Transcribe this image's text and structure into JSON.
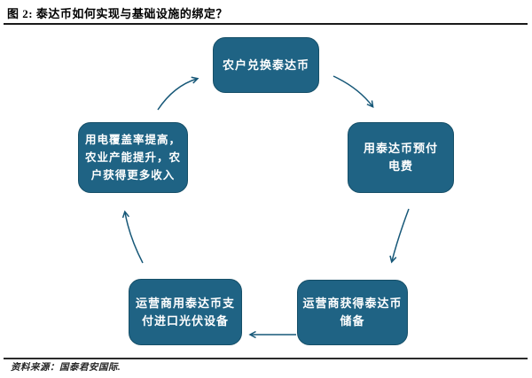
{
  "figure": {
    "title": "图 2: 泰达币如何实现与基础设施的绑定？",
    "source": "资料来源：国泰君安国际."
  },
  "colors": {
    "node_fill": "#1f6384",
    "node_border": "#164f68",
    "node_text": "#ffffff",
    "arrow": "#175878",
    "title_text": "#000000",
    "rule": "#1a1a1a",
    "source_text": "#262626",
    "background": "#ffffff"
  },
  "diagram": {
    "type": "cycle-flowchart",
    "nodes": [
      {
        "id": "node-farmer-exchange",
        "position": "top",
        "lines": [
          "农户兑换泰达币"
        ]
      },
      {
        "id": "node-prepay-electricity",
        "position": "right",
        "lines": [
          "用泰达币预付",
          "电费"
        ]
      },
      {
        "id": "node-operator-reserves",
        "position": "bottom-right",
        "lines": [
          "运营商获得泰达币",
          "储备"
        ]
      },
      {
        "id": "node-operator-pays-pv",
        "position": "bottom-left",
        "lines": [
          "运营商用泰达币支",
          "付进口光伏设备"
        ]
      },
      {
        "id": "node-benefits",
        "position": "left",
        "lines": [
          "用电覆盖率提高，",
          "农业产能提升，农",
          "户获得更多收入"
        ]
      }
    ],
    "edges": [
      {
        "from": "node-farmer-exchange",
        "to": "node-prepay-electricity"
      },
      {
        "from": "node-prepay-electricity",
        "to": "node-operator-reserves"
      },
      {
        "from": "node-operator-reserves",
        "to": "node-operator-pays-pv"
      },
      {
        "from": "node-operator-pays-pv",
        "to": "node-benefits"
      },
      {
        "from": "node-benefits",
        "to": "node-farmer-exchange"
      }
    ]
  }
}
